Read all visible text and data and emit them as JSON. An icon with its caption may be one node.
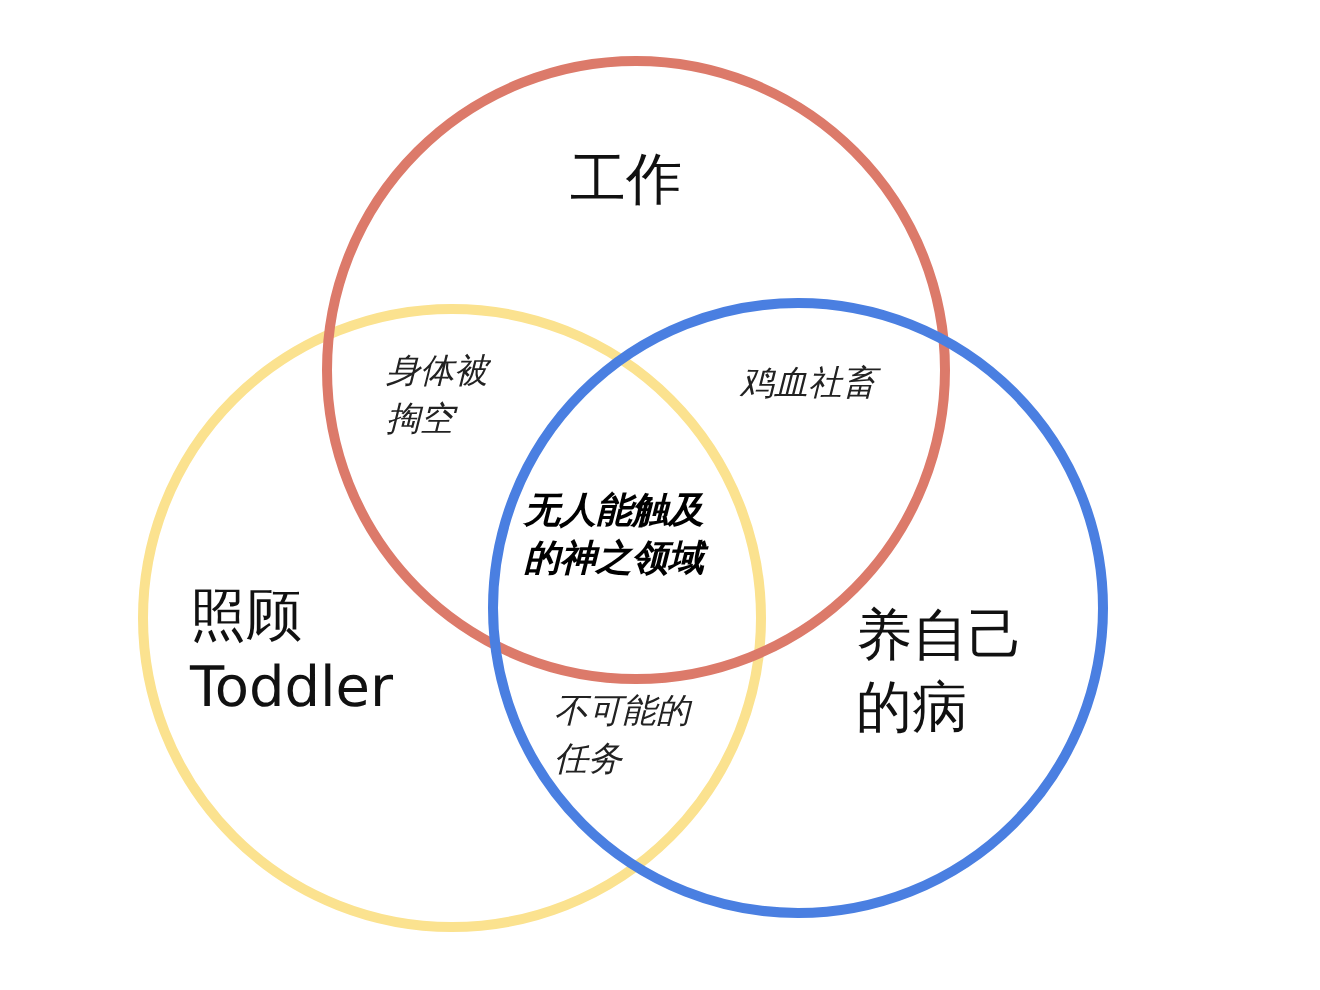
{
  "diagram": {
    "nodes": [
      {
        "text": [
          "工作"
        ]
      },
      {
        "text": [
          "照顾 Toddler"
        ]
      },
      {
        "text": [
          "养自己的病"
        ]
      }
    ],
    "labels": [
      "身体被掏空",
      "鸡血社畜",
      "无人能触及的神之领域",
      "不可能的任务"
    ]
  }
}
